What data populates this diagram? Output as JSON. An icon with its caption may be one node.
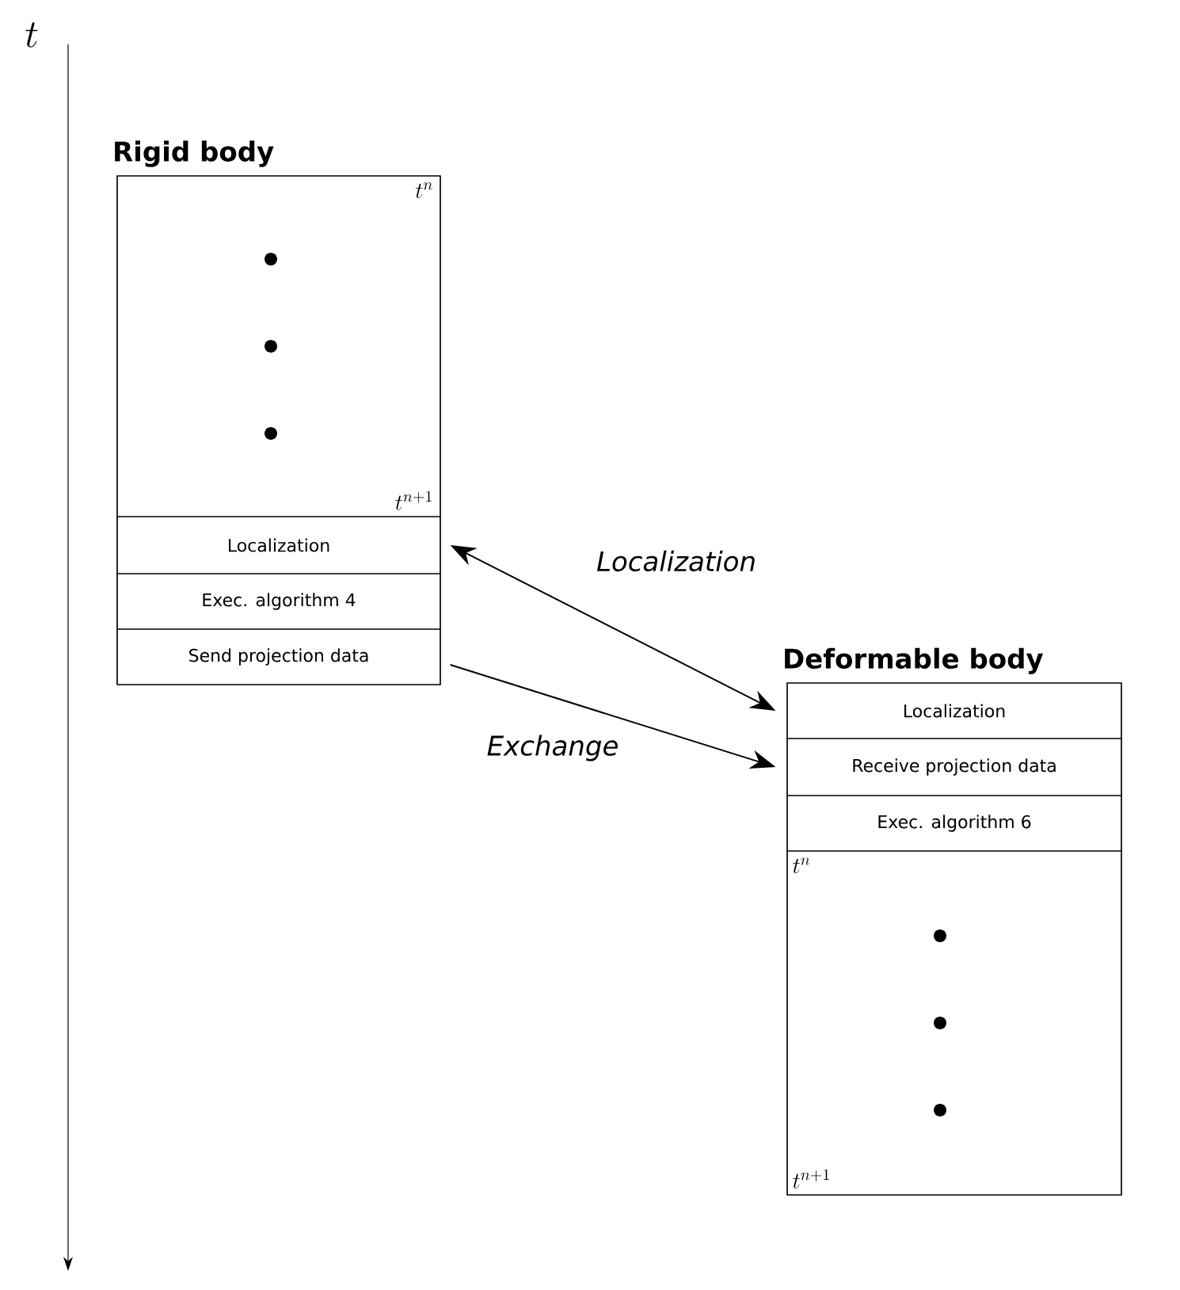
{
  "diagram": {
    "nodes": [
      {
        "text": [
          "Rigid body"
        ]
      },
      {
        "text": [
          "t^{n}",
          "t^{n+1}"
        ],
        "in": 0
      },
      {
        "text": [
          "Localization"
        ],
        "in": 0
      },
      {
        "text": [
          "Exec. algorithm 4"
        ],
        "in": 0
      },
      {
        "text": [
          "Send projection data"
        ],
        "in": 0
      },
      {
        "text": [
          "Deformable body"
        ]
      },
      {
        "text": [
          "Localization"
        ],
        "in": 5
      },
      {
        "text": [
          "Receive projection data"
        ],
        "in": 5
      },
      {
        "text": [
          "Exec. algorithm 6"
        ],
        "in": 5
      },
      {
        "text": [
          "t^{n}",
          "t^{n+1}"
        ],
        "in": 5
      }
    ],
    "edges": [
      {
        "from": 2,
        "to": 6,
        "arrow": "both",
        "label": "Localization"
      },
      {
        "from": 4,
        "to": 7,
        "arrow": "to",
        "label": "Exchange"
      }
    ],
    "labels": [
      "t"
    ]
  }
}
